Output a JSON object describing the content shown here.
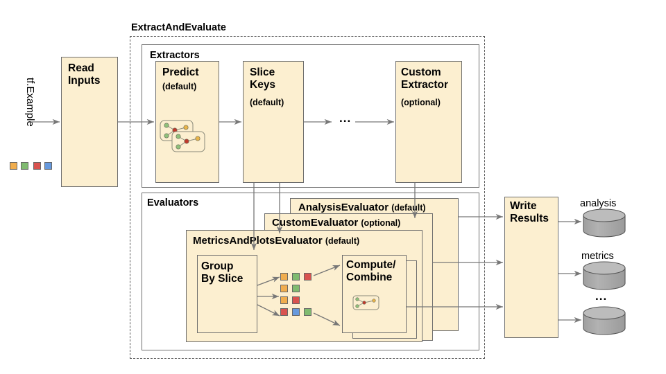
{
  "diagram": {
    "title": "ExtractAndEvaluate",
    "input_label": "tf.Example",
    "ellipsis": "...",
    "swatch_colors": [
      "#f0ad4e",
      "#80bb70",
      "#d9534f",
      "#6699dd"
    ]
  },
  "nodes": {
    "read_inputs": {
      "title": "Read\nInputs"
    },
    "extractors_section": {
      "label": "Extractors"
    },
    "evaluators_section": {
      "label": "Evaluators"
    },
    "predict": {
      "title": "Predict",
      "sub": "(default)"
    },
    "slice_keys": {
      "title": "Slice\nKeys",
      "sub": "(default)"
    },
    "custom_extractor": {
      "title": "Custom\nExtractor",
      "sub": "(optional)"
    },
    "extractor_ellipsis": "...",
    "analysis_evaluator": {
      "title": "AnalysisEvaluator",
      "sub": "(default)"
    },
    "custom_evaluator": {
      "title": "CustomEvaluator",
      "sub": "(optional)"
    },
    "metrics_and_plots_evaluator": {
      "title": "MetricsAndPlotsEvaluator",
      "sub": "(default)"
    },
    "group_by_slice": {
      "title": "Group\nBy Slice"
    },
    "compute_combine": {
      "title": "Compute/\nCombine"
    },
    "write_results": {
      "title": "Write\nResults"
    }
  },
  "slice_grid": [
    [
      "#f0ad4e",
      "#80bb70",
      "#d9534f"
    ],
    [
      "#f0ad4e",
      "#80bb70"
    ],
    [
      "#f0ad4e",
      "#d9534f"
    ],
    [
      "#d9534f",
      "#6699dd",
      "#80bb70"
    ]
  ],
  "outputs": {
    "stores": [
      {
        "caption": "analysis"
      },
      {
        "caption": "metrics"
      },
      {
        "caption": "..."
      }
    ]
  },
  "colors": {
    "box_fill": "#fcefd0",
    "box_stroke": "#6d6d6d",
    "arrow": "#777777",
    "cylinder_fill": "#a8a8a8",
    "cylinder_top": "#bdbdbd",
    "dashed_stroke": "#555555"
  }
}
